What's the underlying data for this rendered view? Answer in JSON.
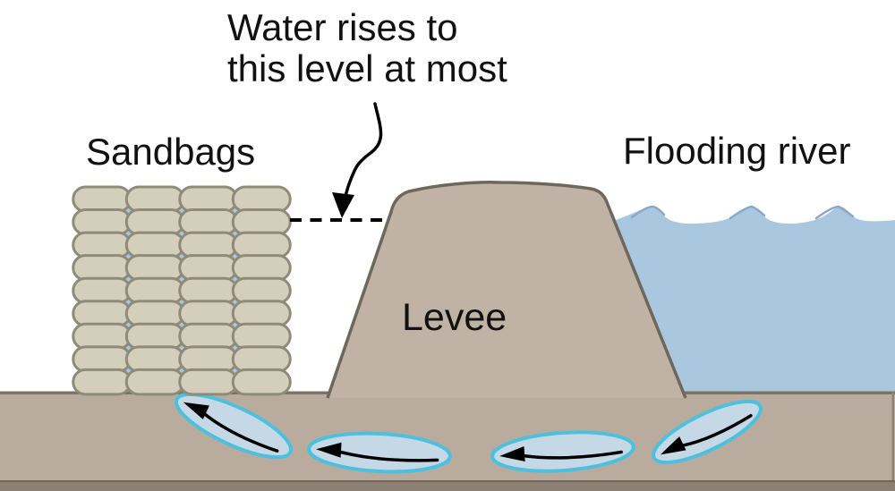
{
  "labels": {
    "water_level_line1": "Water rises to",
    "water_level_line2": "this level at most",
    "sandbags": "Sandbags",
    "flooding_river": "Flooding river",
    "levee": "Levee"
  },
  "diagram": {
    "sandbags": {
      "rows": 9,
      "cols": 4
    },
    "seepage_channels": {
      "count": 4,
      "flow_direction": "leftward, from the river side under the levee toward the sandbag side"
    }
  },
  "colors": {
    "background": "#ffffff",
    "text": "#111111",
    "earth_levee": "#c0b2a5",
    "earth_ground": "#b9ac9e",
    "earth_outline": "#6e675c",
    "ground_line": "#7d7468",
    "ground_edge": "#8d8275",
    "ground_bottom_strip": "#8b8073",
    "strip_line": "#6f675c",
    "water": "#a9c7de",
    "water_shadow": "#8ba9c2",
    "sandbag_fill": "#d4cfbc",
    "sandbag_outline": "#8f8b79",
    "gap_blue": "#a6c7e4",
    "seep_fill": "#c5d8e5",
    "seep_outline": "#4cc0dc",
    "arrow": "#000000"
  }
}
